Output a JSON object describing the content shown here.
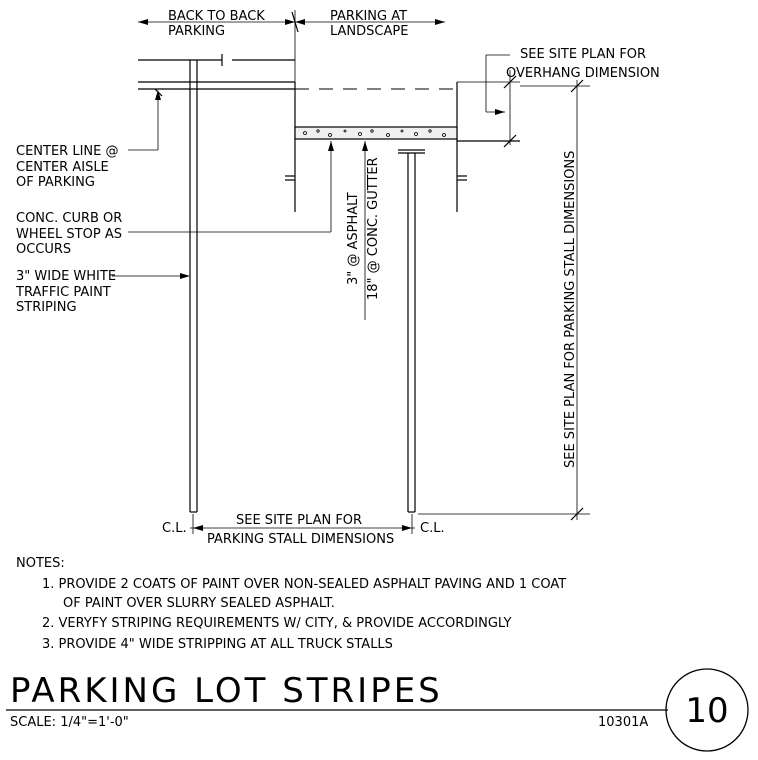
{
  "labels": {
    "back_to_back_1": "BACK TO BACK",
    "back_to_back_2": "PARKING",
    "parking_at_1": "PARKING AT",
    "parking_at_2": "LANDSCAPE",
    "overhang_1": "SEE SITE PLAN FOR",
    "overhang_2": "OVERHANG DIMENSION",
    "centerline_1": "CENTER LINE @",
    "centerline_2": "CENTER AISLE",
    "centerline_3": "OF PARKING",
    "curb_1": "CONC. CURB OR",
    "curb_2": "WHEEL STOP AS",
    "curb_3": "OCCURS",
    "stripe_1": "3\" WIDE WHITE",
    "stripe_2": "TRAFFIC PAINT",
    "stripe_3": "STRIPING",
    "asphalt": "3\" @ ASPHALT",
    "gutter": "18\" @ CONC. GUTTER",
    "stall_vertical": "SEE SITE PLAN FOR PARKING STALL DIMENSIONS",
    "stall_bottom_1": "SEE SITE PLAN FOR",
    "stall_bottom_2": "PARKING STALL DIMENSIONS",
    "cl_left": "C.L.",
    "cl_right": "C.L."
  },
  "notes": {
    "heading": "NOTES:",
    "items": [
      "1. PROVIDE 2 COATS OF PAINT OVER NON-SEALED ASPHALT PAVING AND 1 COAT",
      "OF PAINT OVER SLURRY SEALED ASPHALT.",
      "2. VERYFY STRIPING REQUIREMENTS W/ CITY, & PROVIDE ACCORDINGLY",
      "3. PROVIDE 4\" WIDE STRIPPING AT ALL TRUCK STALLS"
    ]
  },
  "title_block": {
    "title": "PARKING LOT STRIPES",
    "scale": "SCALE: 1/4\"=1'-0\"",
    "sheet_code": "10301A",
    "detail_number": "10"
  }
}
